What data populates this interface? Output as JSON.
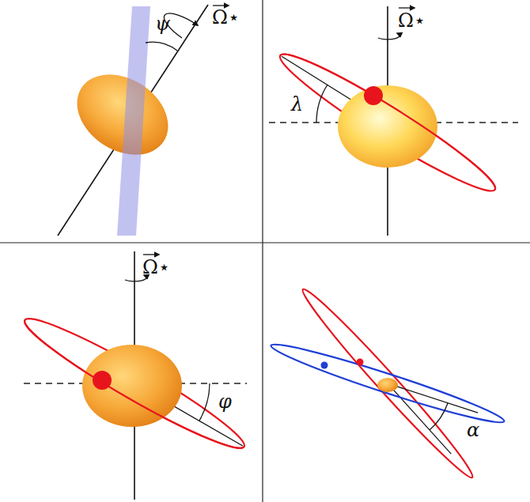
{
  "diagram": {
    "labels": [
      "ψ",
      "Ω⋆",
      "Ω⋆",
      "λ",
      "Ω⋆",
      "φ",
      "α"
    ]
  }
}
